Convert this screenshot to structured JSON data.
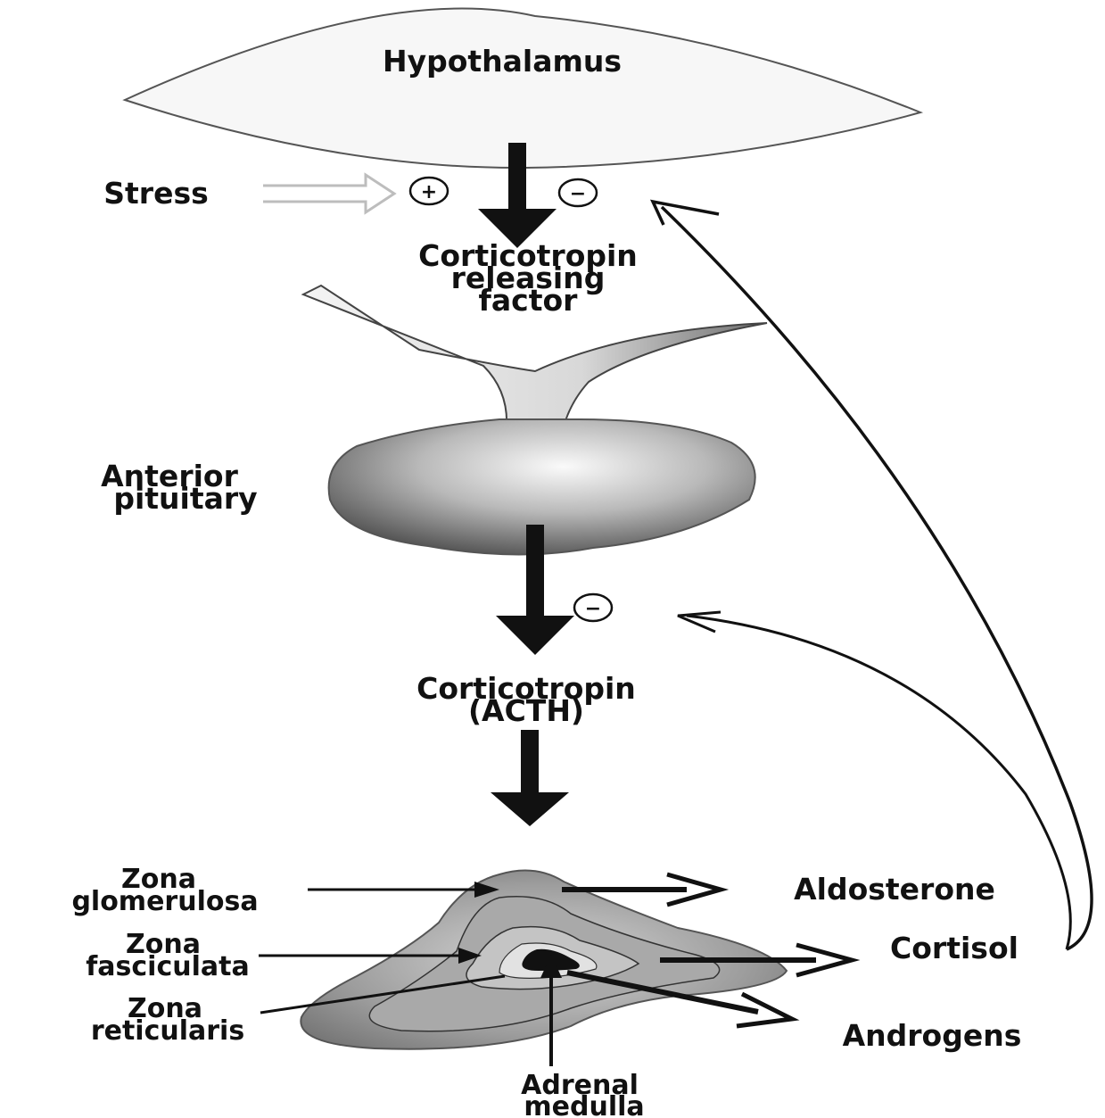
{
  "labels": {
    "hypothalamus": "Hypothalamus",
    "stress": "Stress",
    "crf_line1": "Corticotropin",
    "crf_line2": "releasing",
    "crf_line3": "factor",
    "anterior_line1": "Anterior",
    "anterior_line2": "pituitary",
    "acth_line1": "Corticotropin",
    "acth_line2": "(ACTH)",
    "zg_line1": "Zona",
    "zg_line2": "glomerulosa",
    "zf_line1": "Zona",
    "zf_line2": "fasciculata",
    "zr_line1": "Zona",
    "zr_line2": "reticularis",
    "medulla_line1": "Adrenal",
    "medulla_line2": "medulla",
    "aldosterone": "Aldosterone",
    "cortisol": "Cortisol",
    "androgens": "Androgens"
  },
  "signs": {
    "stress_plus": "+",
    "cortisol_minus_hypothalamus": "−",
    "cortisol_minus_pituitary": "−"
  }
}
